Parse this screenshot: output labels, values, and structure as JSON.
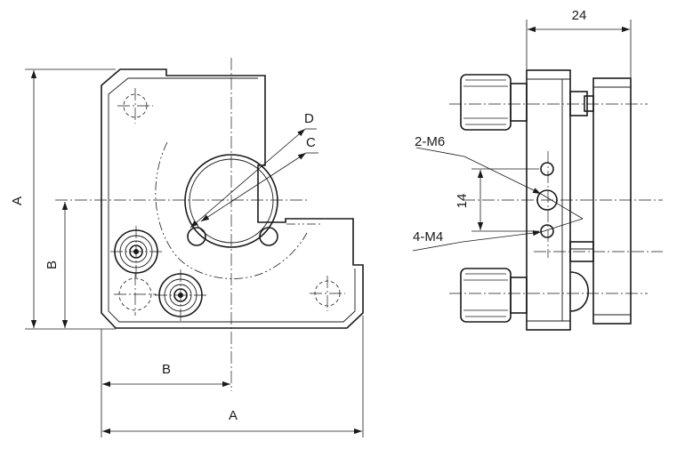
{
  "labels": {
    "front_height": "A",
    "front_inner_height": "B",
    "bottom_inner_width": "B",
    "bottom_width": "A",
    "bore_outer": "D",
    "bore_inner": "C",
    "side_thickness": "24",
    "side_holes_m6": "2-M6",
    "side_pitch": "14",
    "side_holes_m4": "4-M4"
  },
  "colors": {
    "line": "#1a1a1a",
    "background": "#ffffff"
  }
}
